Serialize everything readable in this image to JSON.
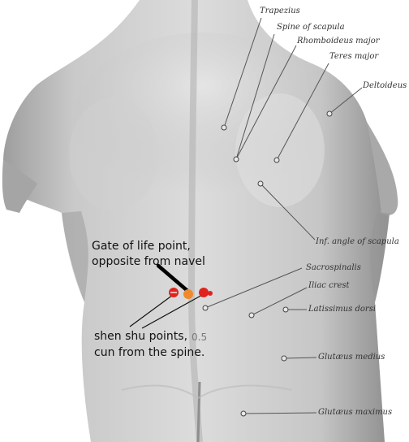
{
  "anatomy_labels": {
    "trapezius": "Trapezius",
    "spine_of_scapula": "Spine of scapula",
    "rhomboideus_major": "Rhomboideus major",
    "teres_major": "Teres major",
    "deltoideus": "Deltoideus",
    "inf_angle_of_scapula": "Inf. angle of scapula",
    "sacrospinalis": "Sacrospinalis",
    "iliac_crest": "Iliac crest",
    "latissimus_dorsi": "Latissimus dorsi",
    "glutaeus_medius": "Glutæus medius",
    "glutaeus_maximus": "Glutæus maximus"
  },
  "annotations": {
    "gate_of_life_line1": "Gate of life point,",
    "gate_of_life_line2": "opposite from navel",
    "shen_shu_line1": "shen shu points,",
    "shen_shu_value": "0.5",
    "shen_shu_line2": "cun from the spine."
  },
  "colors": {
    "shen_shu_point": "#e0231f",
    "gate_of_life_point": "#ef8a2c",
    "pointer_line": "#000000",
    "leader_line": "#555555"
  }
}
